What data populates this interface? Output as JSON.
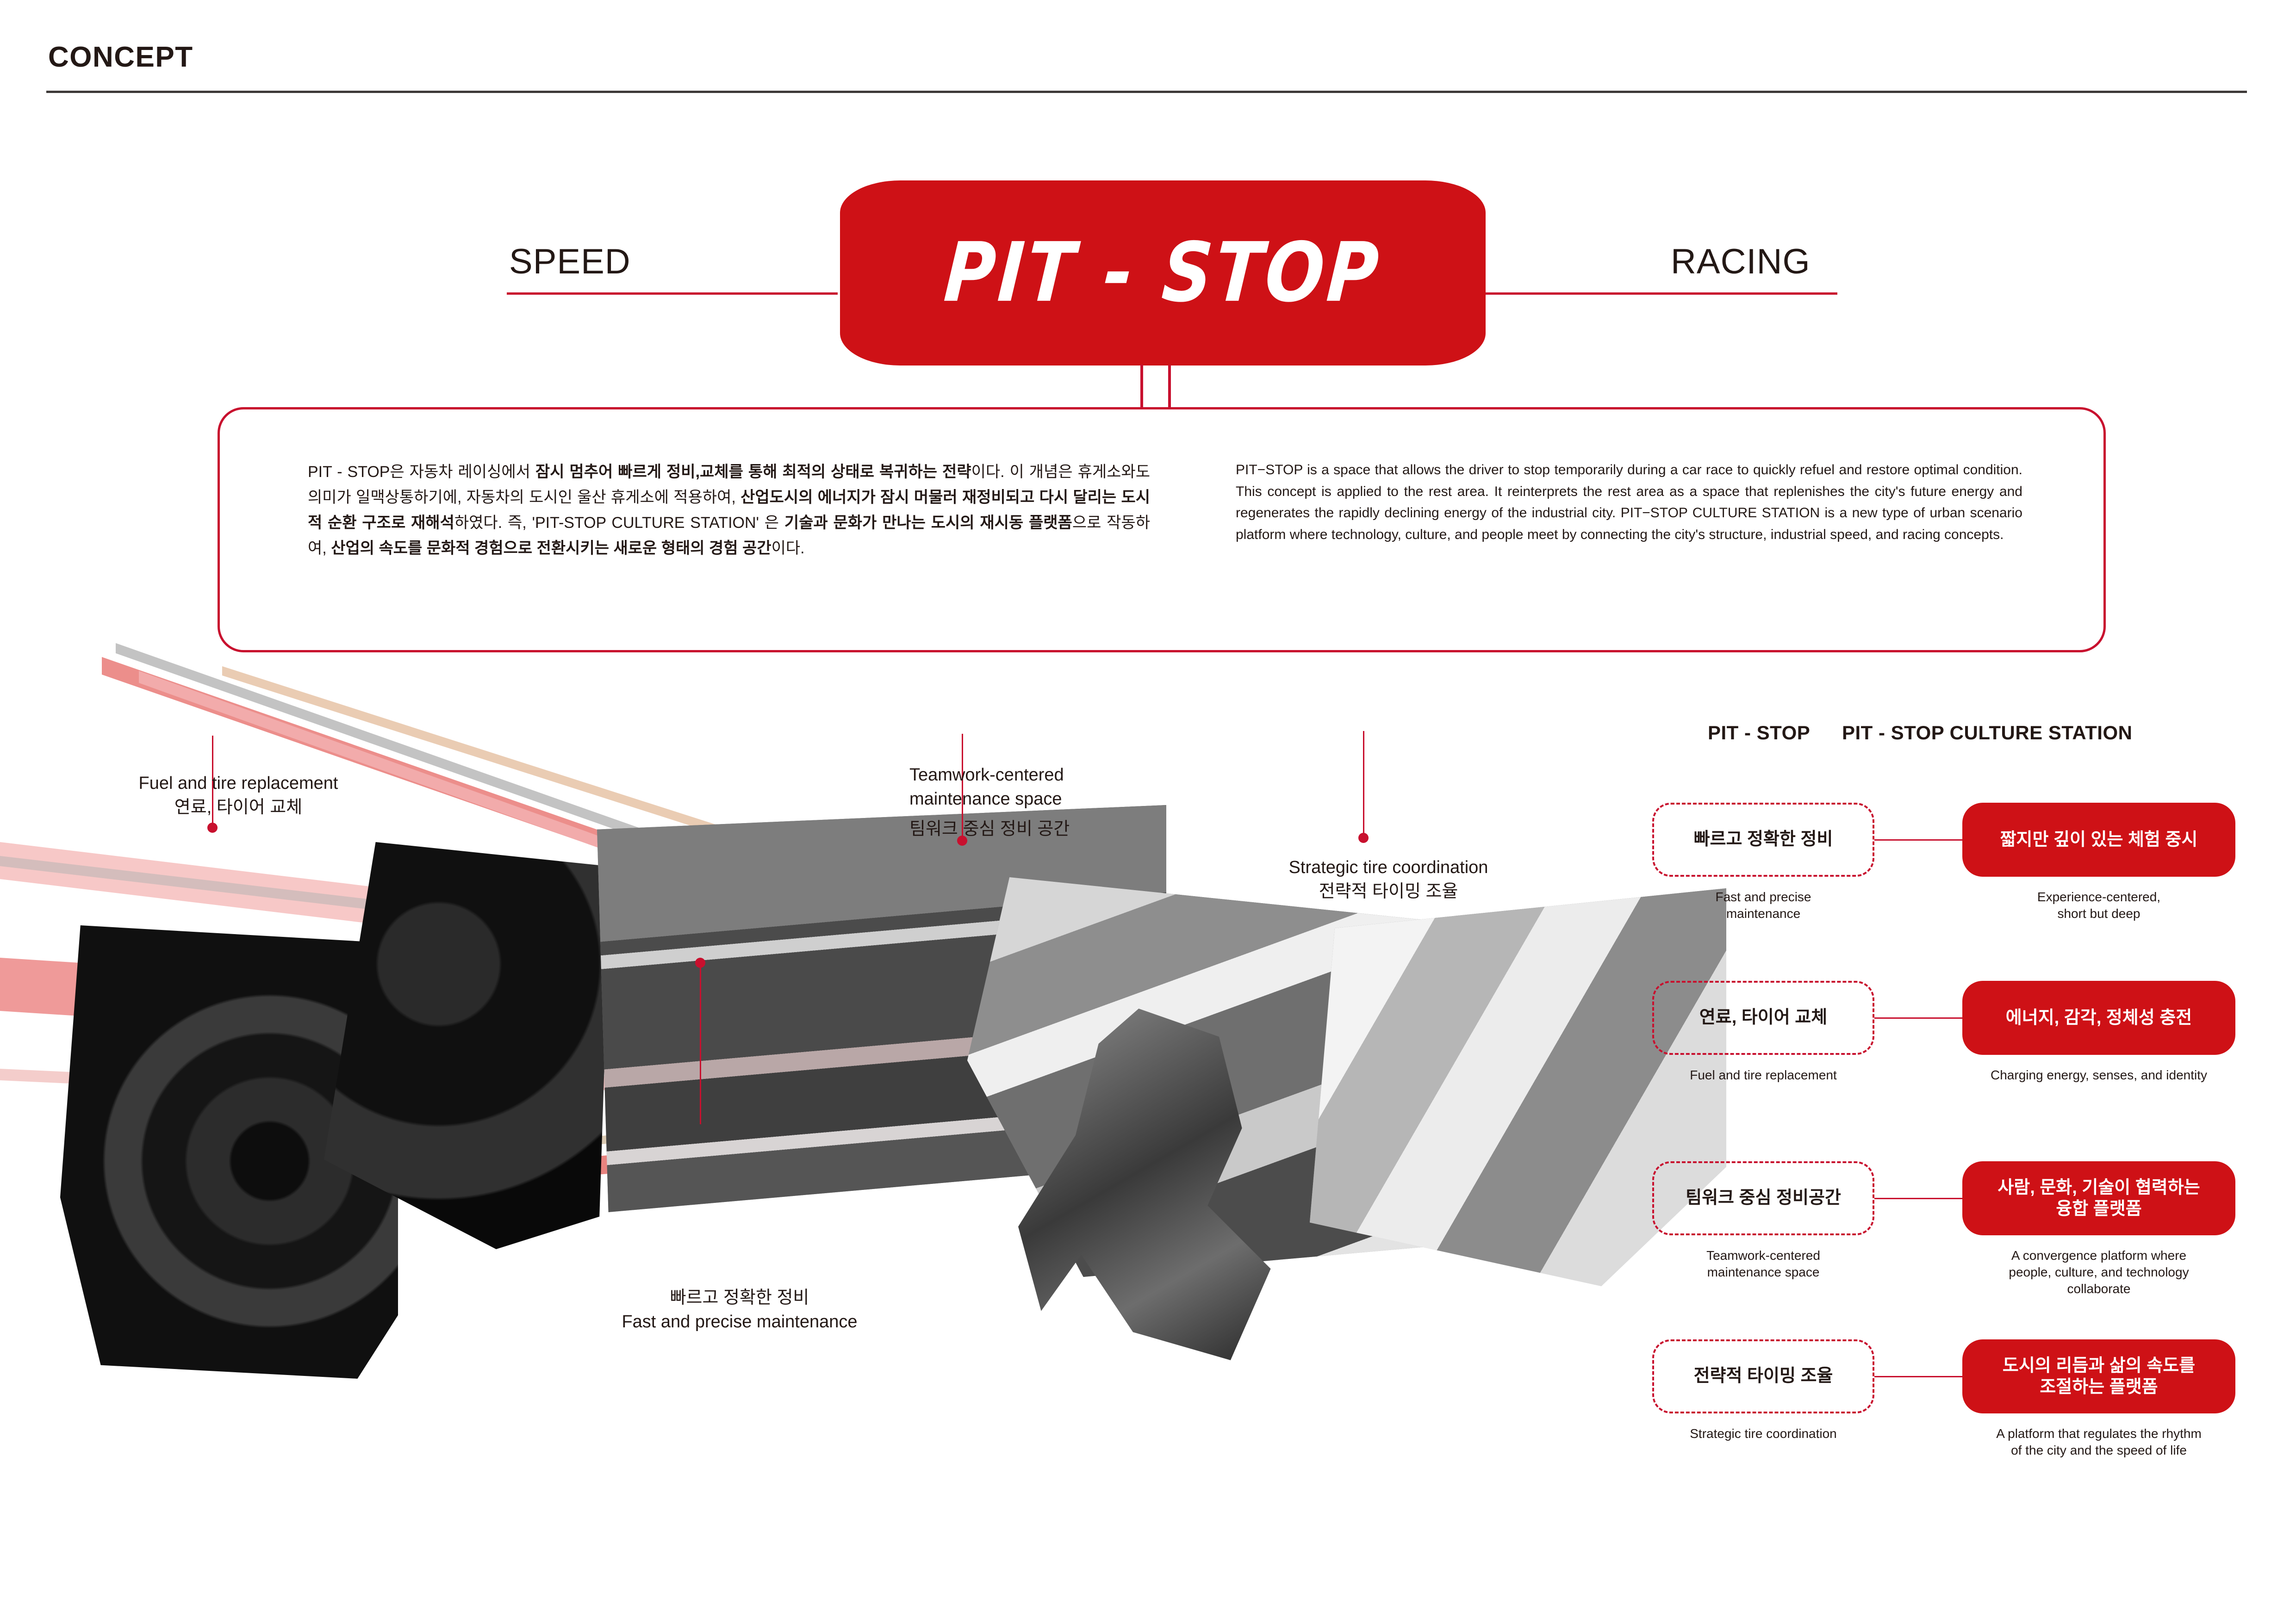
{
  "header": {
    "title": "CONCEPT"
  },
  "hero": {
    "left_word": "SPEED",
    "right_word": "RACING",
    "logo": "PIT - STOP"
  },
  "concept": {
    "korean_html": "PIT - STOP은 자동차 레이싱에서 <b>잠시 멈추어 빠르게 정비,교체를 통해 최적의 상태로 복귀하는 전략</b>이다. 이 개념은 휴게소와도 의미가 일맥상통하기에, 자동차의 도시인 울산 휴게소에 적용하여, <b>산업도시의 에너지가 잠시 머물러 재정비되고 다시 달리는 도시적 순환 구조로 재해석</b>하였다. 즉, 'PIT-STOP CULTURE STATION' 은 <b>기술과 문화가 만나는 도시의 재시동 플랫폼</b>으로 작동하여, <b>산업의 속도를 문화적 경험으로 전환시키는 새로운 형태의 경험 공간</b>이다.",
    "english": "PIT−STOP is a space that allows the driver to stop temporarily during a car race to quickly refuel and restore optimal condition. This concept is applied to the rest area. It reinterprets the rest area as a space that replenishes the city's future energy and regenerates the rapidly declining energy of the industrial city. PIT−STOP CULTURE STATION is a new type of urban scenario platform where technology, culture, and people meet by connecting the city's structure, industrial speed, and racing concepts."
  },
  "collage": {
    "annotations": [
      {
        "en": "Fuel and tire replacement",
        "kr": "연료, 타이어 교체"
      },
      {
        "en": "Teamwork-centered",
        "en2": "maintenance space",
        "kr": "팀워크 중심 정비 공간"
      },
      {
        "en": "Strategic tire coordination",
        "kr": "전략적 타이밍 조율"
      },
      {
        "kr": "빠르고 정확한 정비",
        "en": "Fast and precise maintenance"
      }
    ]
  },
  "comparison": {
    "heading_left": "PIT - STOP",
    "heading_right": "PIT - STOP CULTURE STATION",
    "rows": [
      {
        "left_pill": "빠르고 정확한 정비",
        "left_caption": "Fast and precise\nmaintenance",
        "right_pill": "짧지만 깊이 있는 체험 중시",
        "right_caption": "Experience-centered,\nshort but deep"
      },
      {
        "left_pill": "연료, 타이어 교체",
        "left_caption": "Fuel and tire replacement",
        "right_pill": "에너지, 감각, 정체성 충전",
        "right_caption": "Charging energy, senses, and identity"
      },
      {
        "left_pill": "팀워크 중심 정비공간",
        "left_caption": "Teamwork-centered\nmaintenance space",
        "right_pill": "사람, 문화, 기술이 협력하는\n융합 플랫폼",
        "right_caption": "A convergence platform where\npeople, culture, and technology\ncollaborate"
      },
      {
        "left_pill": "전략적 타이밍 조율",
        "left_caption": "Strategic tire coordination",
        "right_pill": "도시의 리듬과 삶의 속도를\n조절하는 플랫폼",
        "right_caption": "A platform that regulates the rhythm\nof the city and the speed of life"
      }
    ]
  },
  "colors": {
    "brand_red": "#CE1116",
    "line_red": "#C8102E",
    "ink": "#231815",
    "rule_dark": "#3E3A39"
  }
}
